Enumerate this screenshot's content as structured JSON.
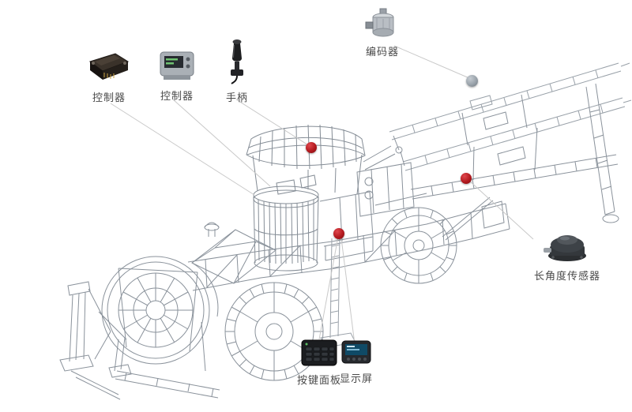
{
  "components": [
    {
      "id": "controller-1",
      "label": "控制器"
    },
    {
      "id": "controller-2",
      "label": "控制器"
    },
    {
      "id": "joystick",
      "label": "手柄"
    },
    {
      "id": "encoder",
      "label": "编码器"
    },
    {
      "id": "angle-sensor",
      "label": "长角度传感器"
    },
    {
      "id": "keypad",
      "label": "按键面板"
    },
    {
      "id": "display",
      "label": "显示屏"
    }
  ],
  "markers": [
    {
      "id": "cab-roof-marker",
      "type": "red"
    },
    {
      "id": "chassis-mid-marker",
      "type": "red"
    },
    {
      "id": "boom-marker",
      "type": "red"
    },
    {
      "id": "encoder-mount-marker",
      "type": "gray"
    }
  ],
  "colors": {
    "marker_red": "#b2191e",
    "marker_gray": "#99a2aa",
    "callout_line": "#c9c9c9",
    "label_text": "#4a4a4a",
    "wireframe": "#8a929b",
    "wireframe_light": "#aab0b8"
  }
}
